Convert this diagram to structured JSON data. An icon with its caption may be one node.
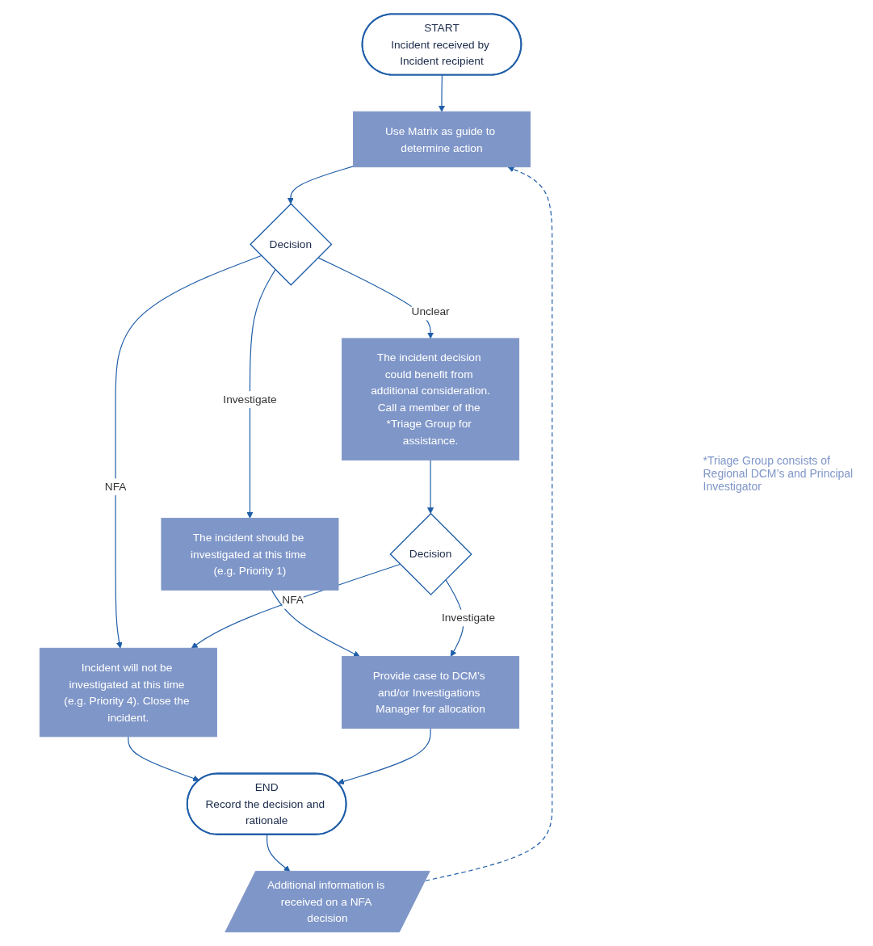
{
  "diagram": {
    "nodes": [
      {
        "text": [
          "START",
          "Incident received by Incident recipient"
        ]
      },
      {
        "text": [
          "Use Matrix as guide to determine action"
        ]
      },
      {
        "text": [
          "Decision"
        ]
      },
      {
        "text": [
          "The incident should be investigated at this time (e.g. Priority 1)"
        ]
      },
      {
        "text": [
          "The incident decision could benefit from additional consideration.",
          "Call a member of the *Triage Group for assistance."
        ]
      },
      {
        "text": [
          "Provide case to DCM’s and/or Investigations Manager for allocation"
        ]
      },
      {
        "text": [
          "Decision"
        ]
      },
      {
        "text": [
          "Incident will not be investigated at this time (e.g. Priority 4). Close the incident."
        ]
      },
      {
        "text": [
          "END",
          "Record the decision and rationale"
        ]
      },
      {
        "text": [
          "Additional information is received on a NFA decision"
        ]
      }
    ],
    "edges": [
      {
        "from": 0,
        "to": 1,
        "arrow": "to"
      },
      {
        "from": 1,
        "to": 2,
        "arrow": "to"
      },
      {
        "from": 2,
        "to": 7,
        "label": "NFA",
        "arrow": "to"
      },
      {
        "from": 2,
        "to": 3,
        "label": "Investigate",
        "arrow": "to"
      },
      {
        "from": 2,
        "to": 4,
        "label": "Unclear",
        "arrow": "to"
      },
      {
        "from": 3,
        "to": 5,
        "arrow": "to"
      },
      {
        "from": 4,
        "to": 6,
        "arrow": "to"
      },
      {
        "from": 6,
        "to": 5,
        "label": "Investigate",
        "arrow": "to"
      },
      {
        "from": 6,
        "to": 7,
        "label": "NFA",
        "arrow": "to"
      },
      {
        "from": 7,
        "to": 8,
        "arrow": "to"
      },
      {
        "from": 5,
        "to": 8,
        "arrow": "to"
      },
      {
        "from": 8,
        "to": 9,
        "arrow": "to"
      },
      {
        "from": 9,
        "to": 1,
        "arrow": "to",
        "style": "dashed"
      }
    ],
    "labels": [
      "*Triage Group consists of Regional DCM’s and Principal Investigator"
    ]
  }
}
